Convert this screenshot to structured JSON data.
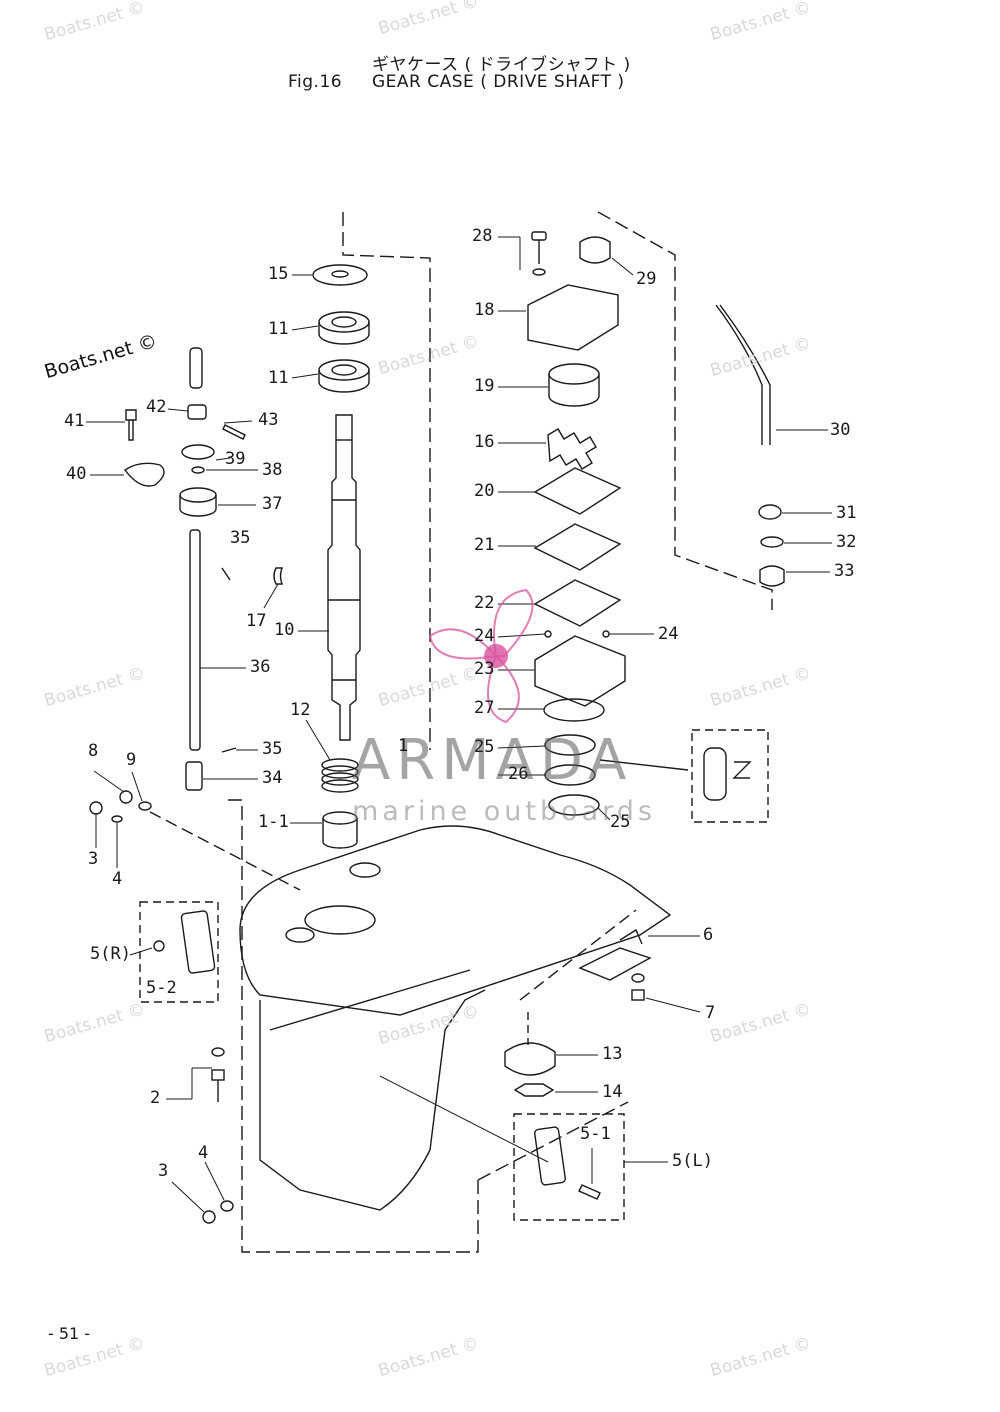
{
  "header": {
    "title_jp": "ギヤケース ( ドライブシャフト )",
    "fig_label": "Fig.16",
    "title_en": "GEAR CASE ( DRIVE SHAFT )"
  },
  "page_number": "- 51 -",
  "watermark": {
    "text": "Boats.net ©",
    "logo_text": "ARMADA",
    "logo_subtext": "marine outboards",
    "logo_color": "#d9539f"
  },
  "callouts": {
    "c15": "15",
    "c11a": "11",
    "c11b": "11",
    "c10": "10",
    "c12": "12",
    "c17": "17",
    "c1_1": "1-1",
    "c1": "1",
    "c41": "41",
    "c42": "42",
    "c43": "43",
    "c39": "39",
    "c38": "38",
    "c40": "40",
    "c37": "37",
    "c35a": "35",
    "c36": "36",
    "c35b": "35",
    "c34": "34",
    "c8": "8",
    "c9": "9",
    "c3a": "3",
    "c4a": "4",
    "c5r": "5(R)",
    "c5_2": "5-2",
    "c2": "2",
    "c3b": "3",
    "c4b": "4",
    "c28": "28",
    "c29": "29",
    "c18": "18",
    "c19": "19",
    "c16": "16",
    "c20": "20",
    "c21": "21",
    "c22": "22",
    "c24a": "24",
    "c24b": "24",
    "c23": "23",
    "c27": "27",
    "c25a": "25",
    "c26": "26",
    "c25b": "25",
    "c30": "30",
    "c31": "31",
    "c32": "32",
    "c33": "33",
    "c6": "6",
    "c7": "7",
    "c13": "13",
    "c14": "14",
    "c5_1": "5-1",
    "c5l": "5(L)"
  }
}
